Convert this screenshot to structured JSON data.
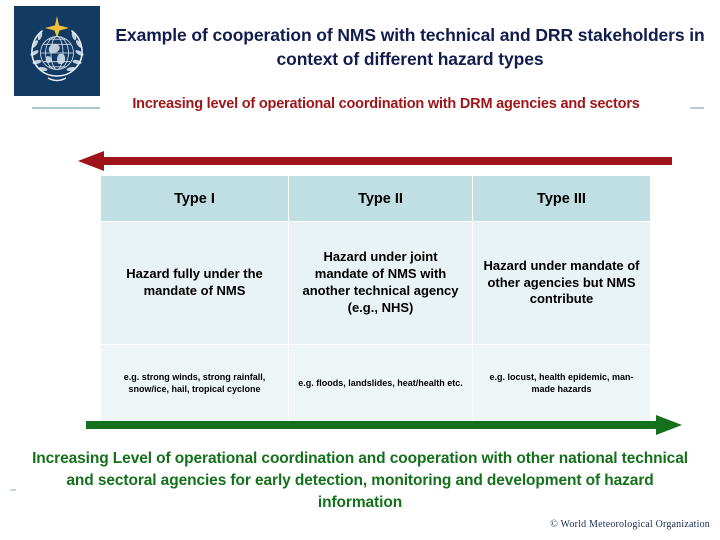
{
  "logo": {
    "name": "wmo-emblem",
    "background": "#123a63",
    "alt": "World Meteorological Organization emblem"
  },
  "header": {
    "title": "Example of cooperation of NMS with technical and DRR stakeholders in context of different hazard types",
    "title_color": "#121d4f"
  },
  "subtitle": {
    "text": "Increasing level of operational coordination with DRM agencies and sectors",
    "color": "#9e1418"
  },
  "arrows": {
    "top": {
      "name": "red-left-arrow",
      "direction": "left",
      "color": "#9e1418"
    },
    "bottom": {
      "name": "green-right-arrow",
      "direction": "right",
      "color": "#15701c"
    }
  },
  "matrix": {
    "header_bg": "#bfdfe2",
    "body_bg": "#e9f2f4",
    "example_bg": "#eef5f7",
    "columns": [
      {
        "header": "Type I",
        "mandate": "Hazard fully under the mandate of NMS",
        "examples": "e.g. strong winds, strong rainfall, snow/ice, hail, tropical cyclone"
      },
      {
        "header": "Type II",
        "mandate": "Hazard under joint mandate of NMS with another  technical agency (e.g., NHS)",
        "examples": "e.g. floods, landslides, heat/health etc."
      },
      {
        "header": "Type III",
        "mandate": "Hazard under mandate of other agencies but NMS contribute",
        "examples": "e.g. locust, health epidemic, man-made hazards"
      }
    ]
  },
  "caption": {
    "text": "Increasing Level of operational coordination  and cooperation with other national  technical and sectoral agencies for early detection, monitoring and development of hazard information",
    "color": "#15701c"
  },
  "footer": {
    "copyright": "© World Meteorological Organization"
  }
}
